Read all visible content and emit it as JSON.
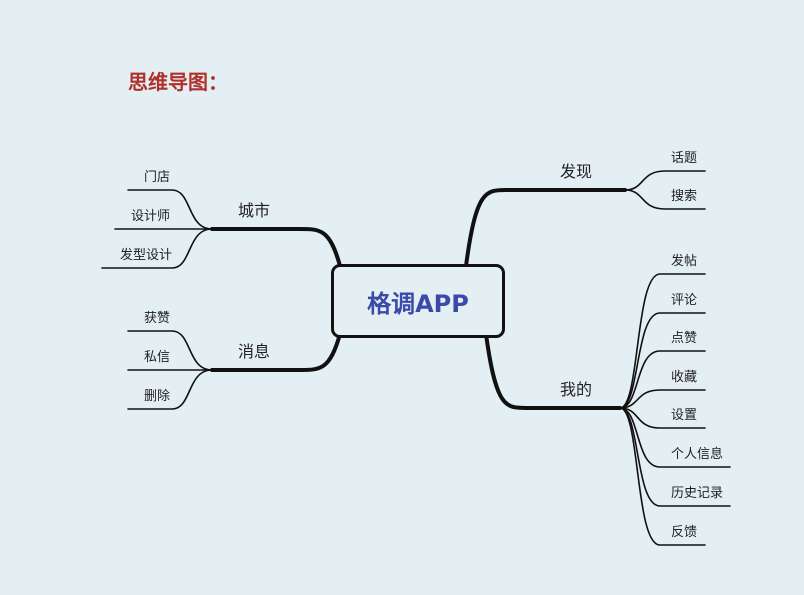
{
  "title": "思维导图：",
  "center": "格调APP",
  "colors": {
    "background": "#e4eff3",
    "title": "#b0302c",
    "center_text": "#3a4aa8",
    "lines": "#111111"
  },
  "branches": [
    {
      "label": "城市",
      "side": "left",
      "children": [
        "门店",
        "设计师",
        "发型设计"
      ]
    },
    {
      "label": "消息",
      "side": "left",
      "children": [
        "获赞",
        "私信",
        "删除"
      ]
    },
    {
      "label": "发现",
      "side": "right",
      "children": [
        "话题",
        "搜索"
      ]
    },
    {
      "label": "我的",
      "side": "right",
      "children": [
        "发帖",
        "评论",
        "点赞",
        "收藏",
        "设置",
        "个人信息",
        "历史记录",
        "反馈"
      ]
    }
  ]
}
